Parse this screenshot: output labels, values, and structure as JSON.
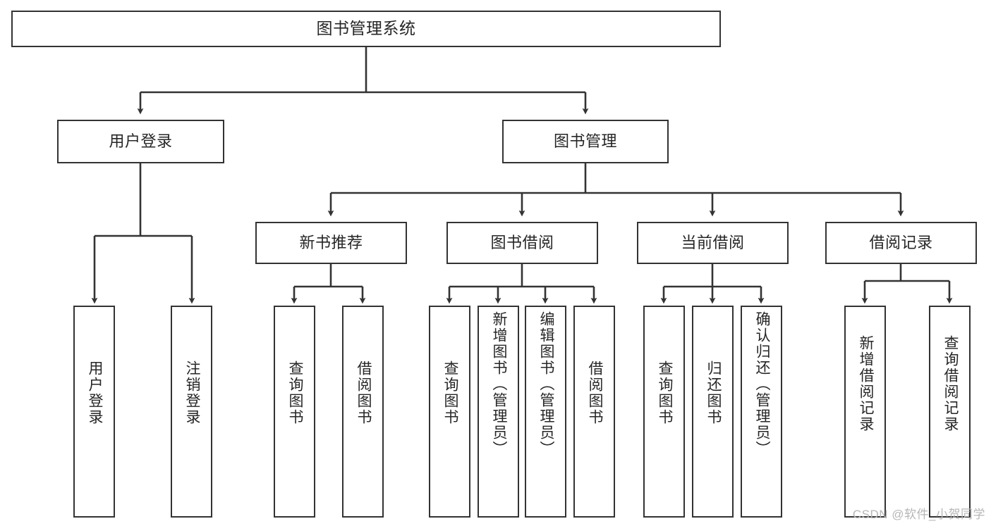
{
  "diagram": {
    "title": "图书管理系统",
    "type": "tree-hierarchy-chart",
    "watermark": "CSDN @软件_小贺同学",
    "colors": {
      "stroke": "#333333",
      "text": "#262626",
      "background": "#ffffff",
      "watermark": "#b6b6b6"
    },
    "levels": {
      "root": {
        "label": "图书管理系统"
      },
      "level2": [
        {
          "label": "用户登录"
        },
        {
          "label": "图书管理"
        }
      ],
      "level3": [
        {
          "label": "新书推荐"
        },
        {
          "label": "图书借阅"
        },
        {
          "label": "当前借阅"
        },
        {
          "label": "借阅记录"
        }
      ],
      "leaves": {
        "user_login": [
          {
            "label": "用户登录"
          },
          {
            "label": "注销登录"
          }
        ],
        "new_book": [
          {
            "label": "查询图书"
          },
          {
            "label": "借阅图书"
          }
        ],
        "book_borrow": [
          {
            "label": "查询图书"
          },
          {
            "label": "新增图书（管理员）"
          },
          {
            "label": "编辑图书（管理员）"
          },
          {
            "label": "借阅图书"
          }
        ],
        "current_borrow": [
          {
            "label": "查询图书"
          },
          {
            "label": "归还图书"
          },
          {
            "label": "确认归还（管理员）"
          }
        ],
        "borrow_record": [
          {
            "label": "新增借阅记录"
          },
          {
            "label": "查询借阅记录"
          }
        ]
      }
    }
  }
}
